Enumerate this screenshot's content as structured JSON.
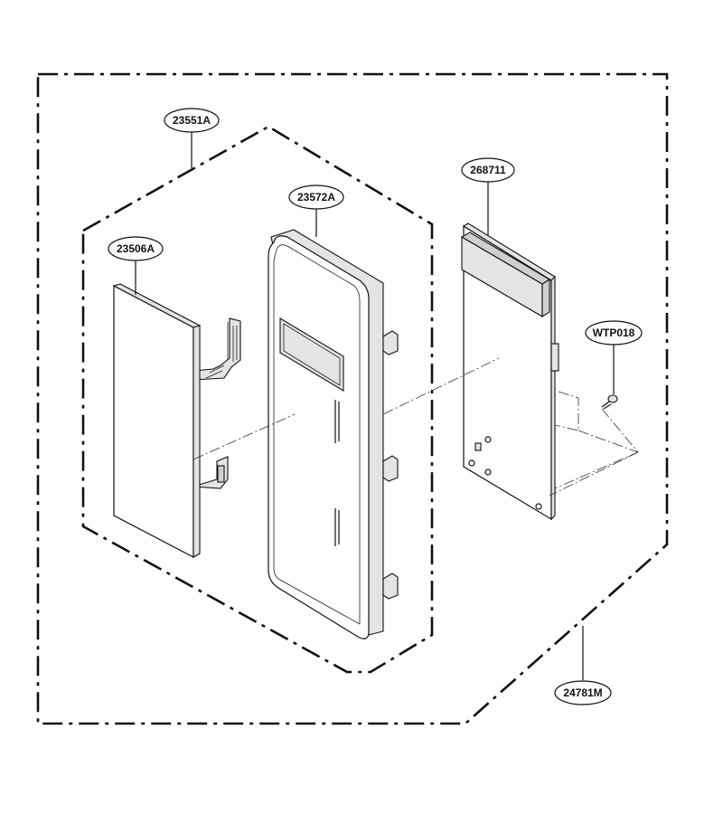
{
  "callouts": {
    "assembly": "24781M",
    "control_panel_assembly": "23551A",
    "membrane_switch": "23506A",
    "control_panel": "23572A",
    "pcb_assembly": "268711",
    "screw": "WTP018"
  }
}
